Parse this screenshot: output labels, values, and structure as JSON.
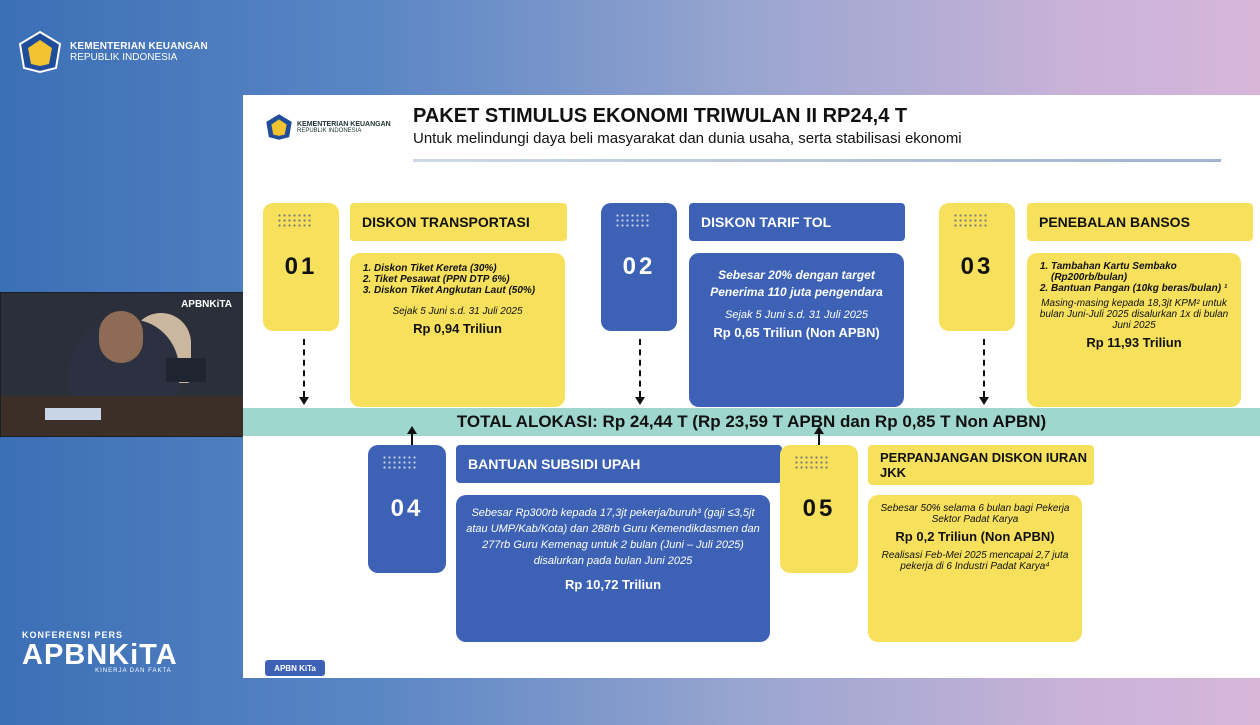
{
  "header": {
    "org_line1": "KEMENTERIAN KEUANGAN",
    "org_line2": "REPUBLIK INDONESIA"
  },
  "video": {
    "tag": "APBNKiTA"
  },
  "event": {
    "label": "KONFERENSI PERS",
    "name": "APBNKiTA",
    "tagline": "KINERJA DAN FAKTA"
  },
  "slide": {
    "org_line1": "KEMENTERIAN KEUANGAN",
    "org_line2": "REPUBLIK INDONESIA",
    "title": "PAKET STIMULUS EKONOMI TRIWULAN II RP24,4 T",
    "subtitle": "Untuk melindungi daya beli masyarakat dan dunia usaha, serta stabilisasi ekonomi",
    "total": "TOTAL ALOKASI: Rp 24,44 T  (Rp 23,59 T APBN dan Rp 0,85 T Non APBN)",
    "footer_tag": "APBN KiTa",
    "items": [
      {
        "num": "01",
        "title": "DISKON TRANSPORTASI",
        "list": [
          "Diskon Tiket Kereta (30%)",
          "Tiket Pesawat (PPN DTP 6%)",
          "Diskon Tiket Angkutan Laut (50%)"
        ],
        "period": "Sejak 5 Juni s.d. 31 Juli 2025",
        "amount": "Rp 0,94 Triliun"
      },
      {
        "num": "02",
        "title": "DISKON TARIF TOL",
        "desc": "Sebesar 20%  dengan target Penerima 110 juta pengendara",
        "period": "Sejak 5 Juni s.d. 31 Juli 2025",
        "amount": "Rp 0,65 Triliun (Non APBN)"
      },
      {
        "num": "03",
        "title": "PENEBALAN BANSOS",
        "list": [
          "Tambahan Kartu Sembako (Rp200rb/bulan)",
          "Bantuan Pangan (10kg beras/bulan) ¹"
        ],
        "note": "Masing-masing kepada 18,3jt KPM² untuk bulan Juni-Juli 2025 disalurkan 1x di bulan Juni 2025",
        "amount": "Rp 11,93 Triliun"
      },
      {
        "num": "04",
        "title": "BANTUAN SUBSIDI UPAH",
        "desc": "Sebesar Rp300rb kepada 17,3jt pekerja/buruh³ (gaji ≤3,5jt atau  UMP/Kab/Kota) dan 288rb Guru Kemendikdasmen dan 277rb Guru Kemenag untuk 2 bulan (Juni – Juli  2025) disalurkan pada bulan Juni 2025",
        "amount": "Rp 10,72 Triliun"
      },
      {
        "num": "05",
        "title": "PERPANJANGAN DISKON IURAN JKK",
        "desc": "Sebesar 50% selama 6 bulan bagi Pekerja Sektor Padat Karya",
        "amount": "Rp 0,2 Triliun (Non APBN)",
        "note": "Realisasi Feb-Mei 2025 mencapai 2,7 juta pekerja di 6 Industri Padat Karya⁴"
      }
    ]
  },
  "colors": {
    "yellow": "#f6e05c",
    "blue": "#3d62b5",
    "band": "#9fd7cf"
  }
}
